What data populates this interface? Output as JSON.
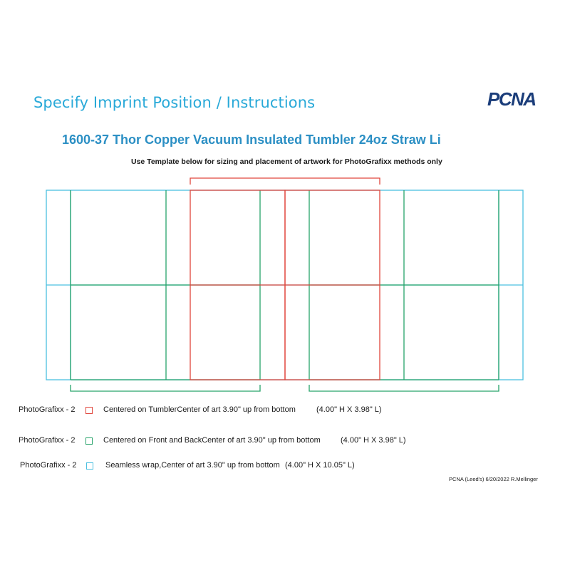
{
  "header": {
    "title": "Specify Imprint Position / Instructions",
    "logo_text": "PCNA",
    "logo_tm": "™"
  },
  "product": {
    "title": "1600-37 Thor Copper Vacuum Insulated Tumbler 24oz Straw Li"
  },
  "instruction": "Use Template below for sizing and placement of artwork for  PhotoGrafixx methods only",
  "colors": {
    "red": "#e0463c",
    "green": "#27a36a",
    "cyan": "#4cc0e0"
  },
  "legend": [
    {
      "method": "PhotoGrafixx - 2",
      "color": "#e0463c",
      "description": "Centered on TumblerCenter of art 3.90\" up from bottom",
      "size": "(4.00\" H X 3.98\" L)"
    },
    {
      "method": "PhotoGrafixx - 2",
      "color": "#27a36a",
      "description": "Centered on Front and BackCenter of art 3.90\" up from bottom",
      "size": "(4.00\" H X 3.98\" L)"
    },
    {
      "method": "PhotoGrafixx - 2",
      "color": "#4cc0e0",
      "description": "Seamless wrap,Center of art 3.90\" up from bottom",
      "size": "(4.00\" H X 10.05\" L)"
    }
  ],
  "footer": "PCNA (Leed's) 6/20/2022 R.Mellinger"
}
